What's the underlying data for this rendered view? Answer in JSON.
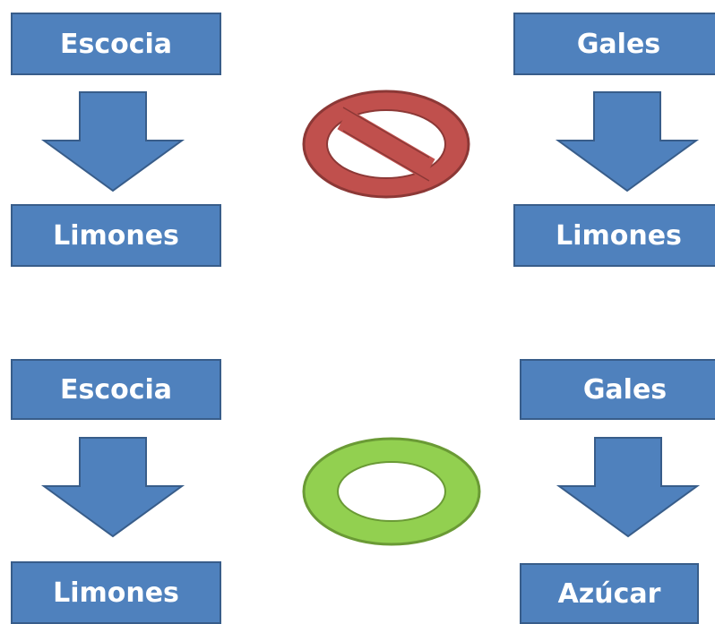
{
  "colors": {
    "box_fill": "#4f81bd",
    "box_border": "#385d8a",
    "prohibited_fill": "#c0504d",
    "allowed_fill": "#92d050"
  },
  "top_left": {
    "source": "Escocia",
    "target": "Limones"
  },
  "top_right": {
    "source": "Gales",
    "target": "Limones"
  },
  "top_middle_icon": "no-symbol-icon",
  "bottom_left": {
    "source": "Escocia",
    "target": "Limones"
  },
  "bottom_right": {
    "source": "Gales",
    "target": "Azúcar"
  },
  "bottom_middle_icon": "ring-ok-icon"
}
